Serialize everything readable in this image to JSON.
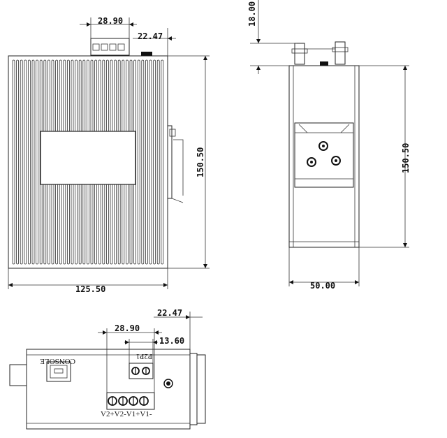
{
  "front_view": {
    "width_dim": "125.50",
    "height_dim": "150.50",
    "terminal_dim": "28.90",
    "offset_dim": "22.47"
  },
  "side_view": {
    "top_dim": "18.00",
    "height_dim": "150.50",
    "width_dim": "50.00"
  },
  "top_view": {
    "offset_a_dim": "22.47",
    "terminal_dim": "28.90",
    "offset_b_dim": "13.60",
    "console_label": "CONSOLE",
    "p2p1_label": "P2P1",
    "power_label": "V2+V2-V1+V1-"
  },
  "colors": {
    "line": "#222222",
    "dark": "#111111"
  }
}
